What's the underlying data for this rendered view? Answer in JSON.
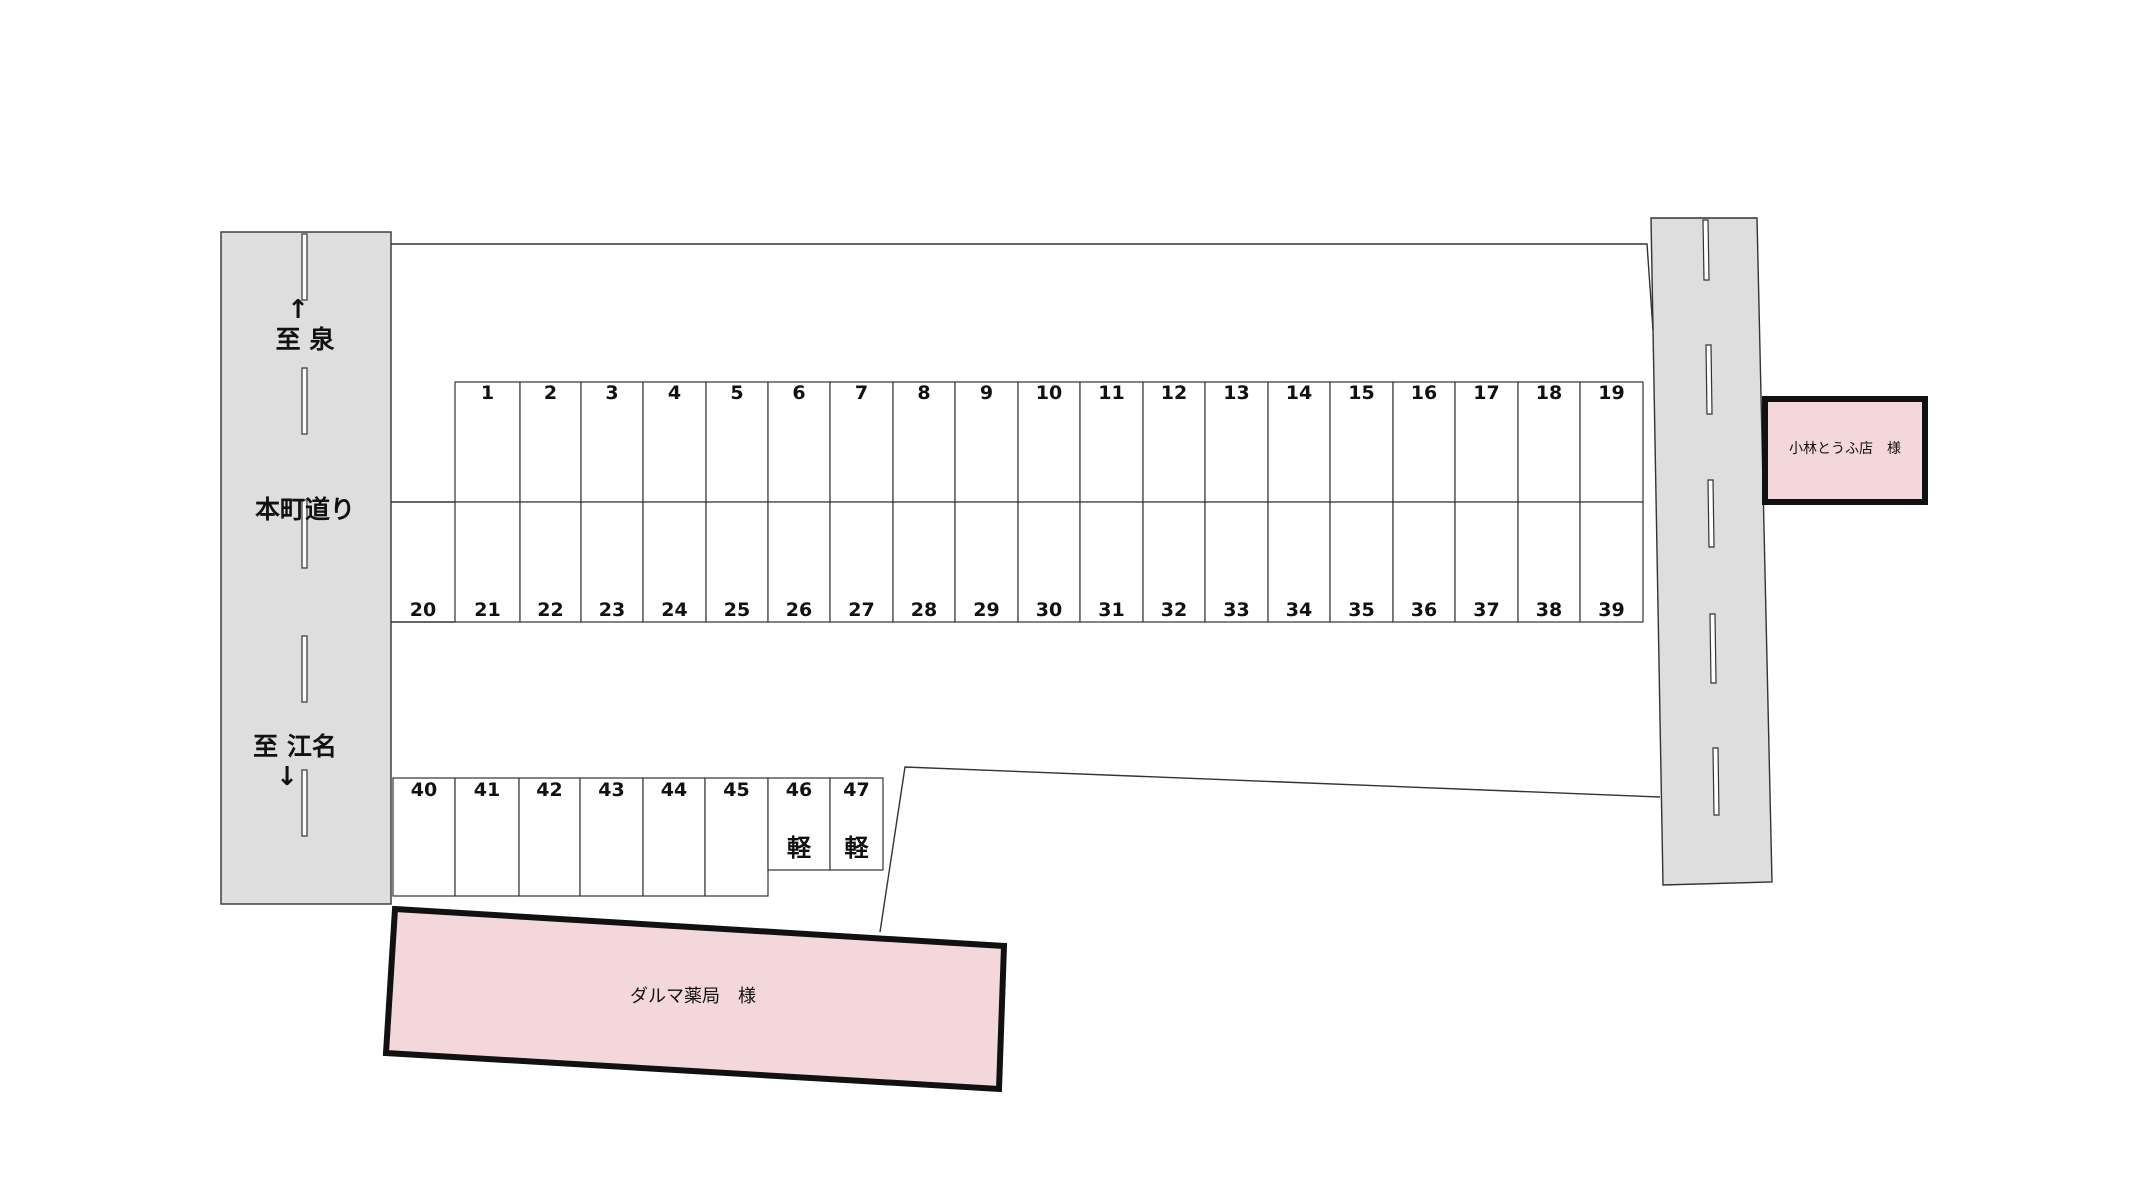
{
  "roads": {
    "main_road_name": "本町道り",
    "direction_north": "至 泉",
    "direction_south": "至 江名",
    "arrow_up": "↑",
    "arrow_down": "↓"
  },
  "buildings": {
    "tofu_shop": "小林とうふ店　様",
    "pharmacy": "ダルマ薬局　様"
  },
  "stalls": {
    "top_row": [
      "1",
      "2",
      "3",
      "4",
      "5",
      "6",
      "7",
      "8",
      "9",
      "10",
      "11",
      "12",
      "13",
      "14",
      "15",
      "16",
      "17",
      "18",
      "19"
    ],
    "middle_row": [
      "20",
      "21",
      "22",
      "23",
      "24",
      "25",
      "26",
      "27",
      "28",
      "29",
      "30",
      "31",
      "32",
      "33",
      "34",
      "35",
      "36",
      "37",
      "38",
      "39"
    ],
    "bottom_row": [
      "40",
      "41",
      "42",
      "43",
      "44",
      "45",
      "46",
      "47"
    ],
    "kei_label": "軽"
  },
  "colors": {
    "road": "#dedede",
    "building": "#f4d7db",
    "outline": "#333333"
  }
}
